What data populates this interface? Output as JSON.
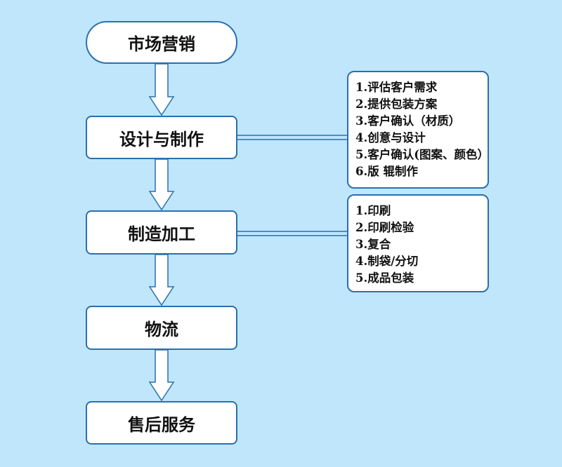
{
  "flow": {
    "steps": [
      {
        "label": "市场营销"
      },
      {
        "label": "设计与制作"
      },
      {
        "label": "制造加工"
      },
      {
        "label": "物流"
      },
      {
        "label": "售后服务"
      }
    ]
  },
  "notes": {
    "design": [
      "1.评估客户需求",
      "2.提供包装方案",
      "3.客户确认（材质）",
      "4.创意与设计",
      "5.客户确认(图案、颜色）",
      "6.版 辊制作"
    ],
    "manufacturing": [
      "1.印刷",
      "2.印刷检验",
      "3.复合",
      "4.制袋/分切",
      "5.成品包装"
    ]
  },
  "colors": {
    "background": "#bfe6fb",
    "border": "#2a6fb0",
    "box_fill": "#ffffff",
    "arrow_fill": "#ffffff"
  }
}
